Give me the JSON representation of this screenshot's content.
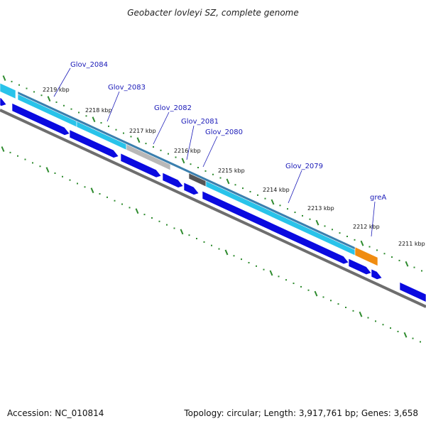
{
  "title": "Geobacter lovleyi SZ, complete genome",
  "footer": {
    "accession": "Accession: NC_010814",
    "summary": "Topology: circular; Length: 3,917,761 bp; Genes: 3,658"
  },
  "colors": {
    "cds": "#0a0ae0",
    "backbone": "#777777",
    "tick": "#2e8b2e",
    "label": "#1a1ab8",
    "gene_default": "#29c3ea",
    "gene_grey": "#b8b8b8",
    "gene_dark": "#555555",
    "gene_rna": "#f08c10"
  },
  "kbp_labels": [
    "2219 kbp",
    "2218 kbp",
    "2217 kbp",
    "2216 kbp",
    "2215 kbp",
    "2214 kbp",
    "2213 kbp",
    "2212 kbp",
    "2211 kbp"
  ],
  "gene_labels": [
    "Glov_2084",
    "Glov_2083",
    "Glov_2082",
    "Glov_2081",
    "Glov_2080",
    "Glov_2079",
    "greA"
  ]
}
